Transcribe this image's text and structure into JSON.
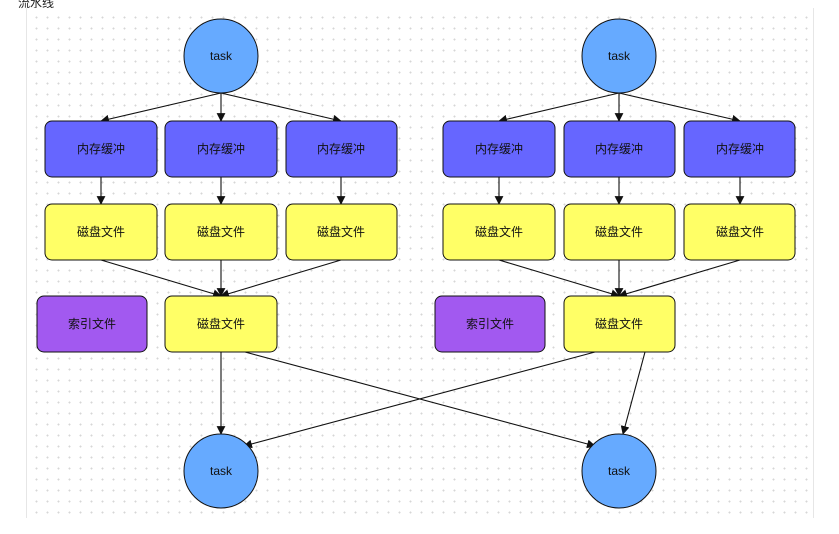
{
  "header": {
    "text": "流水线"
  },
  "labels": {
    "task": "task",
    "memory_buffer": "内存缓冲",
    "disk_file": "磁盘文件",
    "index_file": "索引文件"
  },
  "colors": {
    "task_fill": "#66aaff",
    "memory_fill": "#6666ff",
    "disk_fill": "#ffff66",
    "index_fill": "#a259f0",
    "stroke": "#111111"
  }
}
